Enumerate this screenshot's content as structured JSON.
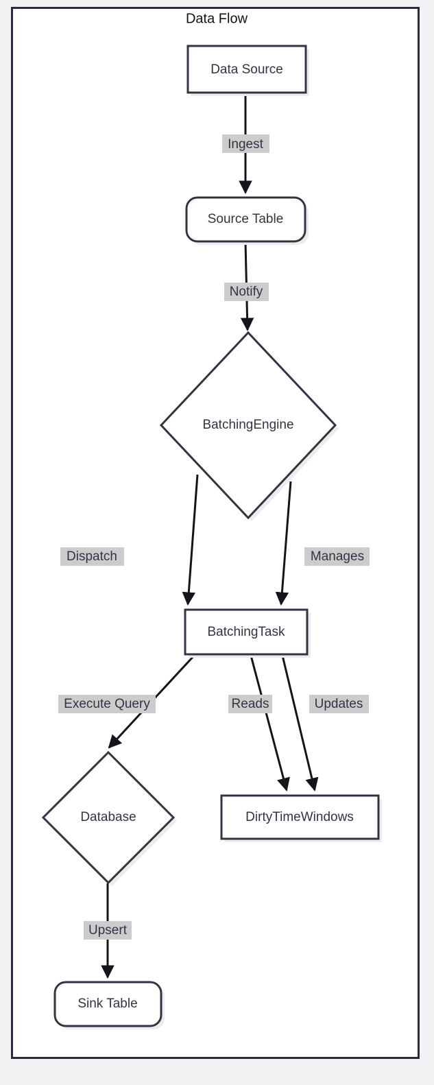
{
  "diagram": {
    "title": "Data Flow",
    "type": "flowchart",
    "direction": "top-down",
    "frame": {
      "border_color": "#2b2b40",
      "background": "#ffffff",
      "page_background": "#f2f2f5"
    },
    "styles": {
      "node_stroke": "#333344",
      "node_fill_default": "#ffffff",
      "edge_color": "#14141a",
      "edge_label_background": "#cccccc",
      "text_color": "#333344"
    },
    "nodes": [
      {
        "id": "data-source",
        "label": "Data Source",
        "shape": "rectangle",
        "fill": "#ff88ee",
        "stroke": "#333333"
      },
      {
        "id": "source-table",
        "label": "Source Table",
        "shape": "rounded-rectangle",
        "fill": "#ffffff",
        "stroke": "#333344"
      },
      {
        "id": "batching-engine",
        "label": "BatchingEngine",
        "shape": "diamond",
        "fill": "#ffffff",
        "stroke": "#333344"
      },
      {
        "id": "batching-task",
        "label": "BatchingTask",
        "shape": "rectangle",
        "fill": "#ffffff",
        "stroke": "#333344"
      },
      {
        "id": "database",
        "label": "Database",
        "shape": "diamond",
        "fill": "#ffffff",
        "stroke": "#333344"
      },
      {
        "id": "dirty-time-windows",
        "label": "DirtyTimeWindows",
        "shape": "rectangle",
        "fill": "#ffffff",
        "stroke": "#333344"
      },
      {
        "id": "sink-table",
        "label": "Sink Table",
        "shape": "rounded-rectangle",
        "fill": "#ccccff",
        "stroke": "#333333"
      }
    ],
    "edges": [
      {
        "id": "e-ingest",
        "from": "data-source",
        "to": "source-table",
        "label": "Ingest"
      },
      {
        "id": "e-notify",
        "from": "source-table",
        "to": "batching-engine",
        "label": "Notify"
      },
      {
        "id": "e-dispatch",
        "from": "batching-engine",
        "to": "batching-task",
        "label": "Dispatch"
      },
      {
        "id": "e-manages",
        "from": "batching-engine",
        "to": "batching-task",
        "label": "Manages"
      },
      {
        "id": "e-execute-query",
        "from": "batching-task",
        "to": "database",
        "label": "Execute Query"
      },
      {
        "id": "e-reads",
        "from": "batching-task",
        "to": "dirty-time-windows",
        "label": "Reads"
      },
      {
        "id": "e-updates",
        "from": "batching-task",
        "to": "dirty-time-windows",
        "label": "Updates"
      },
      {
        "id": "e-upsert",
        "from": "database",
        "to": "sink-table",
        "label": "Upsert"
      }
    ]
  }
}
